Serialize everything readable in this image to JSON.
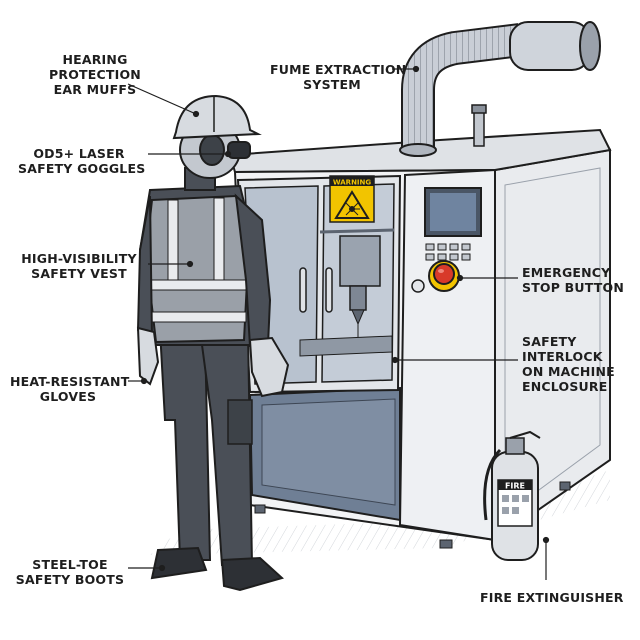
{
  "labels": {
    "hearing": [
      "HEARING",
      "PROTECTION",
      "EAR MUFFS"
    ],
    "goggles": [
      "OD5+ LASER",
      "SAFETY GOGGLES"
    ],
    "vest": [
      "HIGH-VISIBILITY",
      "SAFETY VEST"
    ],
    "gloves": [
      "HEAT-RESISTANT",
      "GLOVES"
    ],
    "boots": [
      "STEEL-TOE",
      "SAFETY BOOTS"
    ],
    "fume": [
      "FUME EXTRACTION",
      "SYSTEM"
    ],
    "estop": [
      "EMERGENCY",
      "STOP BUTTON"
    ],
    "interlock": [
      "SAFETY",
      "INTERLOCK",
      "ON MACHINE",
      "ENCLOSURE"
    ],
    "extinguisher": [
      "FIRE EXTINGUISHER"
    ]
  },
  "signs": {
    "warning": "WARNING",
    "fire": "FIRE"
  },
  "colors": {
    "ink": "#1e1e1e",
    "machine_body": "#f2f3f5",
    "steel_blue": "#6f7f95",
    "window_glass": "#b8c2cf",
    "hazard_yellow": "#f2c400",
    "estop_red": "#d83a2a",
    "worker_dark": "#4a4f57",
    "vest_grey": "#9aa0a8"
  }
}
